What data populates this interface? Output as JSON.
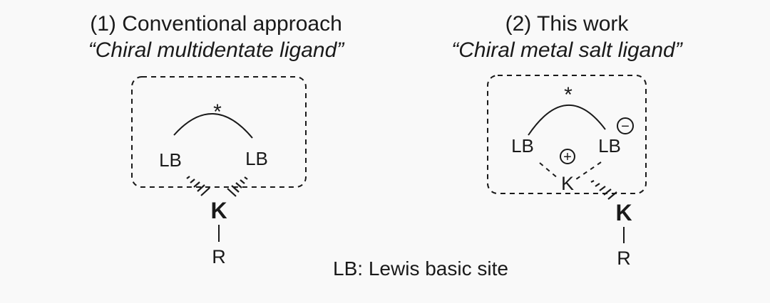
{
  "left": {
    "title": "(1) Conventional approach",
    "subtitle": "“Chiral multidentate ligand”",
    "star": "*",
    "lb_left": "LB",
    "lb_right": "LB",
    "metal": "K",
    "r": "R"
  },
  "right": {
    "title": "(2) This work",
    "subtitle": "“Chiral metal salt ligand”",
    "star": "*",
    "lb_left": "LB",
    "lb_right": "LB",
    "plus": "+",
    "minus": "−",
    "k_inner": "K",
    "metal": "K",
    "r": "R"
  },
  "legend": "LB: Lewis basic site"
}
